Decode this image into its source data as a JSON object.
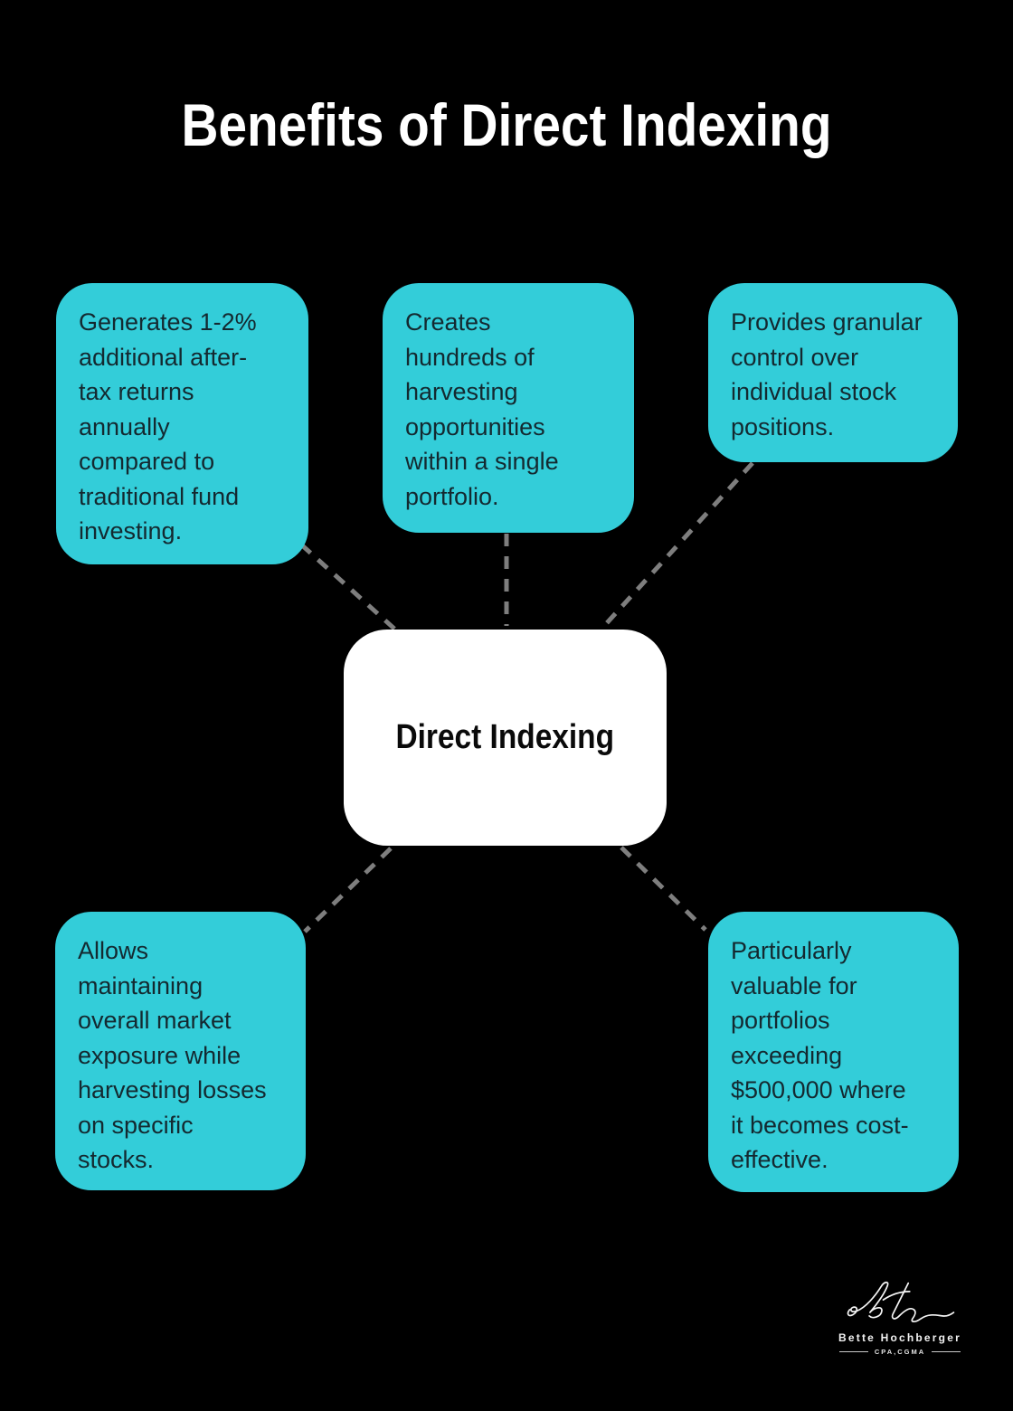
{
  "infographic": {
    "title": "Benefits of Direct Indexing",
    "center": {
      "label": "Direct Indexing"
    },
    "benefits": [
      {
        "position": "top-left",
        "text": "Generates 1-2%\nadditional after-\ntax returns\nannually\ncompared to\ntraditional fund\ninvesting."
      },
      {
        "position": "top-center",
        "text": "Creates\nhundreds of\nharvesting\nopportunities\nwithin a single\nportfolio."
      },
      {
        "position": "top-right",
        "text": "Provides granular\ncontrol over\nindividual stock\npositions."
      },
      {
        "position": "bottom-left",
        "text": "Allows\nmaintaining\noverall market\nexposure while\nharvesting losses\non specific\nstocks."
      },
      {
        "position": "bottom-right",
        "text": "Particularly\nvaluable for\nportfolios\nexceeding\n$500,000 where\nit becomes cost-\neffective."
      }
    ],
    "colors": {
      "background": "#000000",
      "card": "#33cdd9",
      "card_text": "#142930",
      "center_card": "#ffffff",
      "center_text": "#0a0a0a",
      "connector": "#7e7e7e",
      "title_text": "#ffffff"
    },
    "footer": {
      "signature_monogram": "BH",
      "name": "Bette Hochberger",
      "credentials": "CPA,CGMA"
    }
  }
}
